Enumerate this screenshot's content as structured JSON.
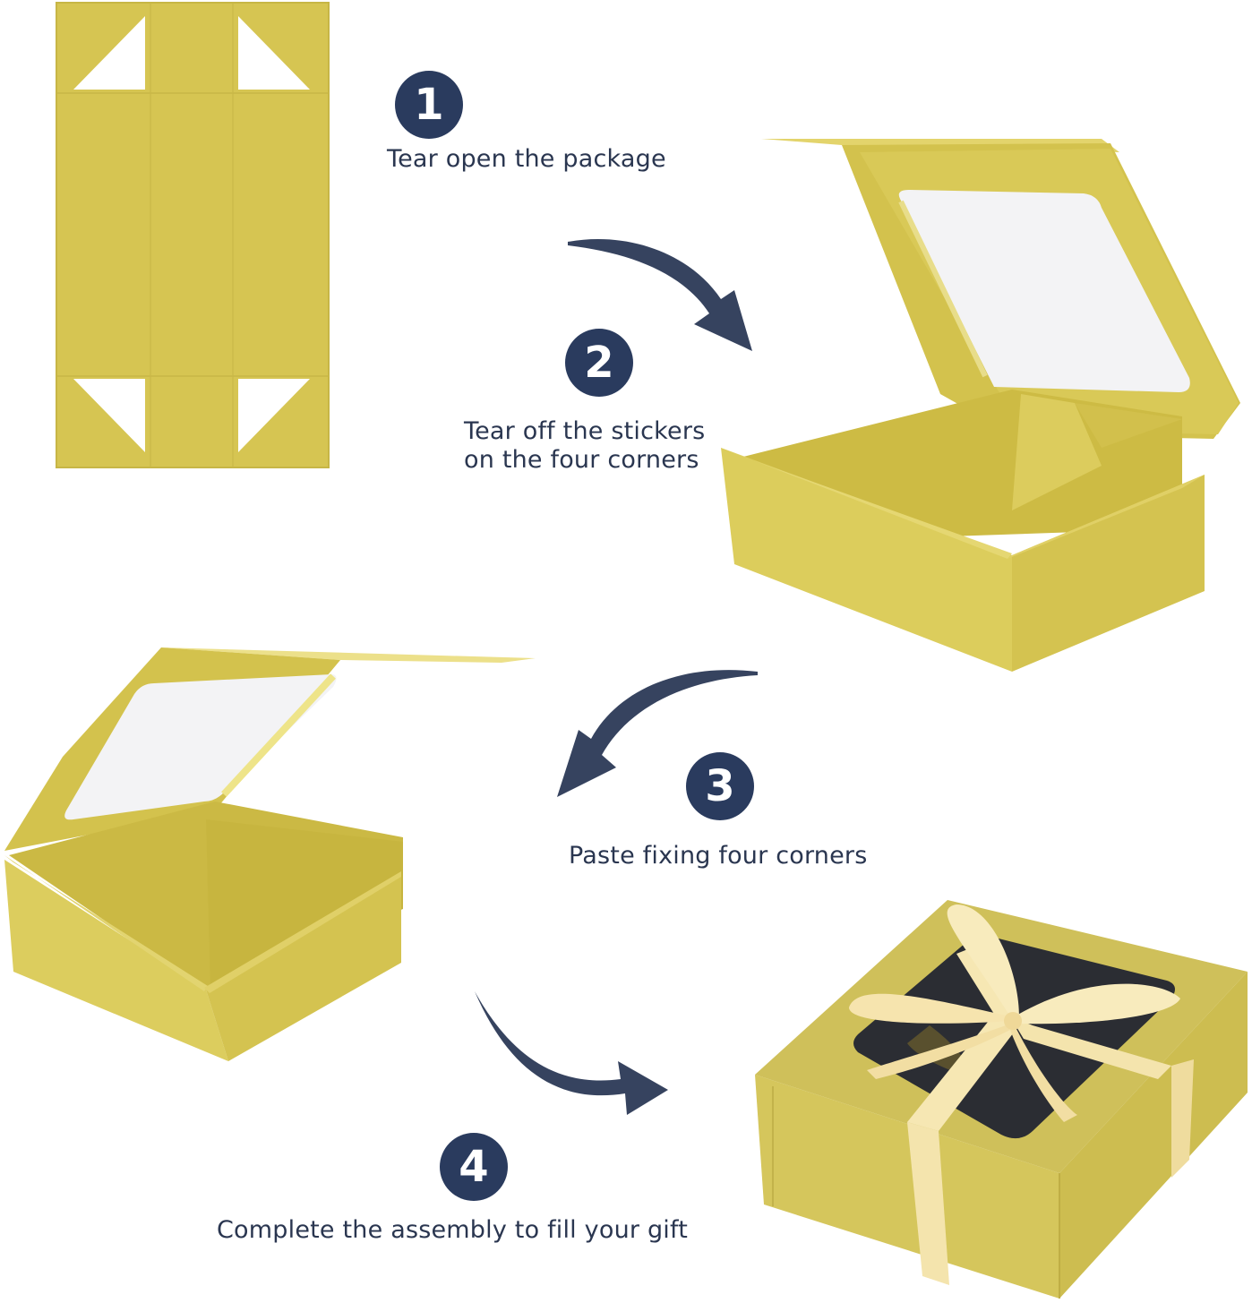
{
  "colors": {
    "box_yellow": "#d6c552",
    "box_yellow_light": "#e0d166",
    "box_yellow_dark": "#c9b743",
    "badge_navy": "#2a3b5e",
    "arrow_navy": "#36435f",
    "text_navy": "#2a3650",
    "ribbon": "#f6e7b3",
    "window_dark": "#2b2d33"
  },
  "steps": [
    {
      "number": "1",
      "caption": "Tear open the package",
      "icon": "flat-unfolded-box"
    },
    {
      "number": "2",
      "caption_line1": "Tear off the stickers",
      "caption_line2": "on the four corners",
      "icon": "open-box-with-window-lid"
    },
    {
      "number": "3",
      "caption": "Paste fixing four corners",
      "icon": "assembled-open-box"
    },
    {
      "number": "4",
      "caption": "Complete the assembly to fill your gift",
      "icon": "closed-gift-box-with-ribbon"
    }
  ],
  "arrows": [
    "curved-arrow-down-right",
    "curved-arrow-down-left",
    "curved-arrow-right"
  ]
}
